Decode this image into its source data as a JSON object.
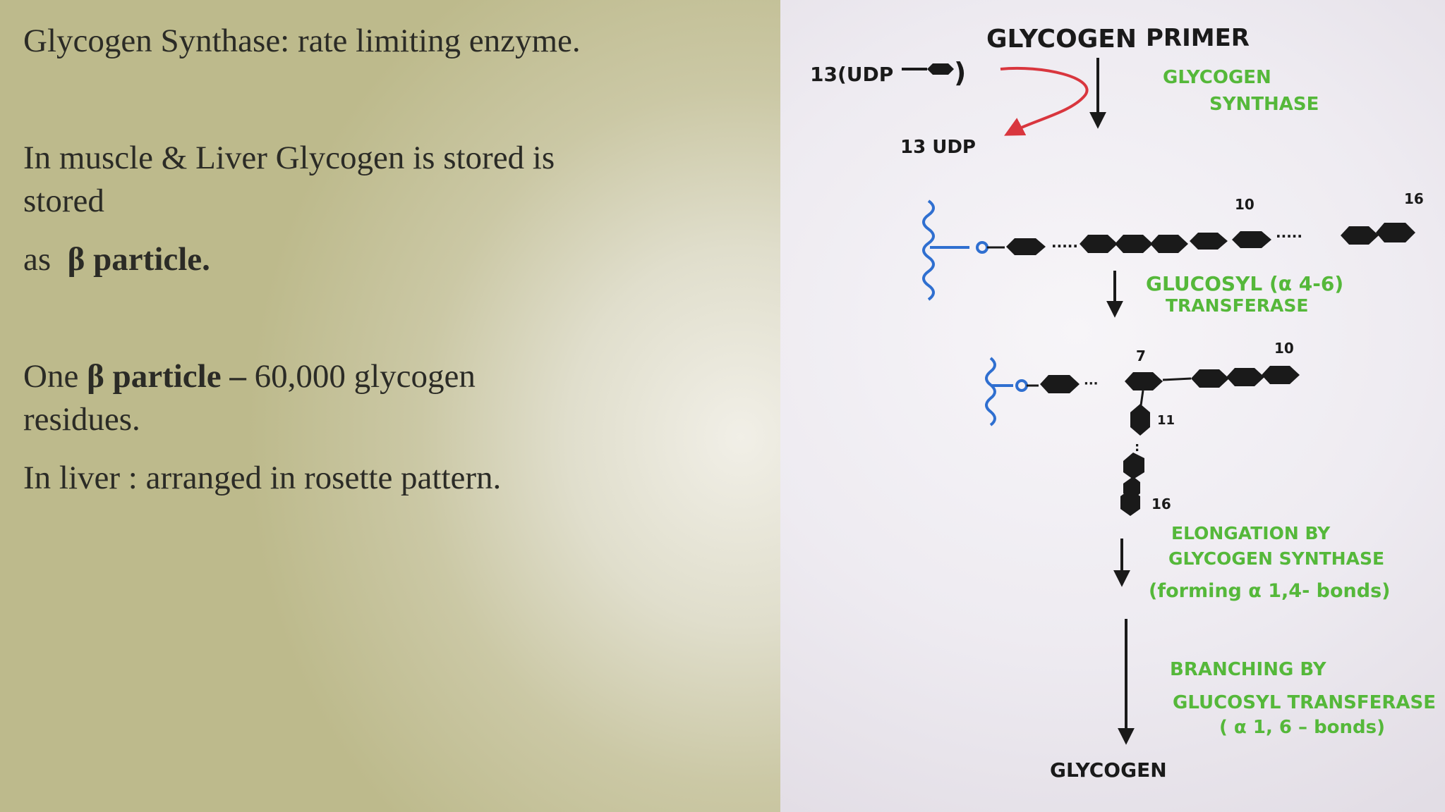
{
  "slide": {
    "lines": {
      "title": "Glycogen Synthase: rate limiting enzyme.",
      "storage_line1": "In muscle & Liver Glycogen is stored is",
      "storage_line2": "stored",
      "storage_as": "as",
      "storage_bold": "β particle.",
      "particle_one": "One",
      "particle_bold": "β particle –",
      "particle_rest": "60,000 glycogen",
      "particle_line2": "residues.",
      "liver_line": "In liver : arranged in rosette pattern."
    }
  },
  "diagram": {
    "labels": {
      "glycogen_primer_1": "GLYCOGEN",
      "glycogen_primer_2": "PRIMER",
      "udp_in": "13(UDP",
      "udp_in_close": ")",
      "udp_out": "13 UDP",
      "synthase_1": "GLYCOGEN",
      "synthase_2": "SYNTHASE",
      "chain1_num_10": "10",
      "chain1_num_16": "16",
      "transferase_1": "GLUCOSYL (α 4-6)",
      "transferase_2": "TRANSFERASE",
      "chain2_num_7": "7",
      "chain2_num_10": "10",
      "branch_num_11": "11",
      "branch_num_16": "16",
      "elongation_1": "ELONGATION BY",
      "elongation_2": "GLYCOGEN SYNTHASE",
      "elongation_3": "(forming α 1,4- bonds)",
      "branching_1": "BRANCHING BY",
      "branching_2": "GLUCOSYL TRANSFERASE",
      "branching_3": "( α 1, 6 – bonds)",
      "product": "GLYCOGEN"
    },
    "colors": {
      "ink": "#1a1a1a",
      "green": "#55b83a",
      "red": "#d9363e",
      "blue": "#2f6fd0"
    }
  }
}
